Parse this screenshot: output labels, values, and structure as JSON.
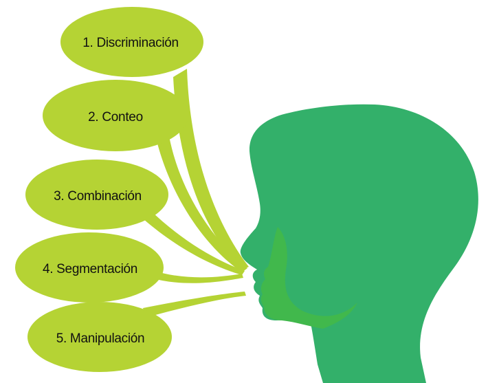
{
  "colors": {
    "bubble": "#b5d334",
    "head": "#33b06a",
    "jaw_shade": "#41b84c",
    "text": "#111111",
    "background": "#ffffff"
  },
  "bubbles": [
    {
      "label": "1. Discriminación"
    },
    {
      "label": "2. Conteo"
    },
    {
      "label": "3. Combinación"
    },
    {
      "label": "4. Segmentación"
    },
    {
      "label": "5. Manipulación"
    }
  ]
}
